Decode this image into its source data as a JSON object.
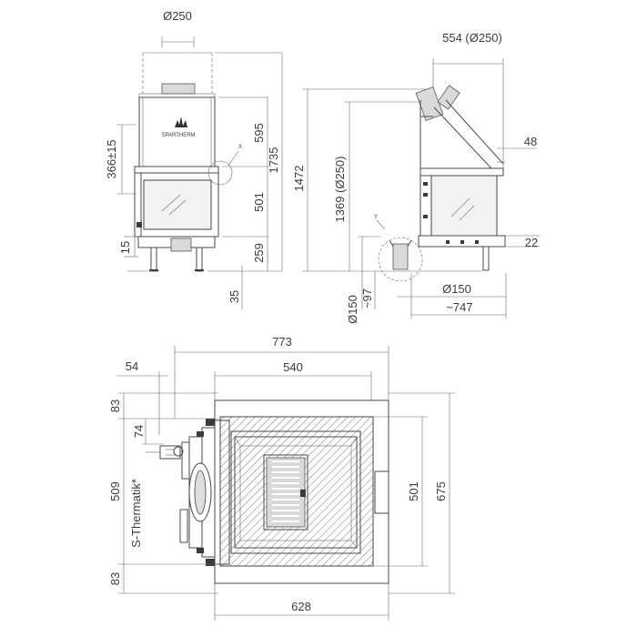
{
  "side_left": {
    "top_dim": "Ø250",
    "left_dims": [
      "366±15",
      "15"
    ],
    "right_dims": [
      "595",
      "501",
      "259",
      "1735",
      "35"
    ],
    "brand": "SPARTHERM",
    "detail_mark": "X"
  },
  "side_right": {
    "top_dim": "554 (Ø250)",
    "left_dims": [
      "1472",
      "1369 (Ø250)",
      "Ø150",
      "~97"
    ],
    "right_dims": [
      "48",
      "22"
    ],
    "bottom_dims": [
      "Ø150",
      "~747"
    ],
    "detail_mark": "Y"
  },
  "plan": {
    "top_dims": [
      "773",
      "54",
      "540"
    ],
    "left_dims": [
      "83",
      "74",
      "509",
      "S-Thermatik*",
      "83"
    ],
    "right_dims": [
      "501",
      "675"
    ],
    "bottom_dim": "628"
  }
}
